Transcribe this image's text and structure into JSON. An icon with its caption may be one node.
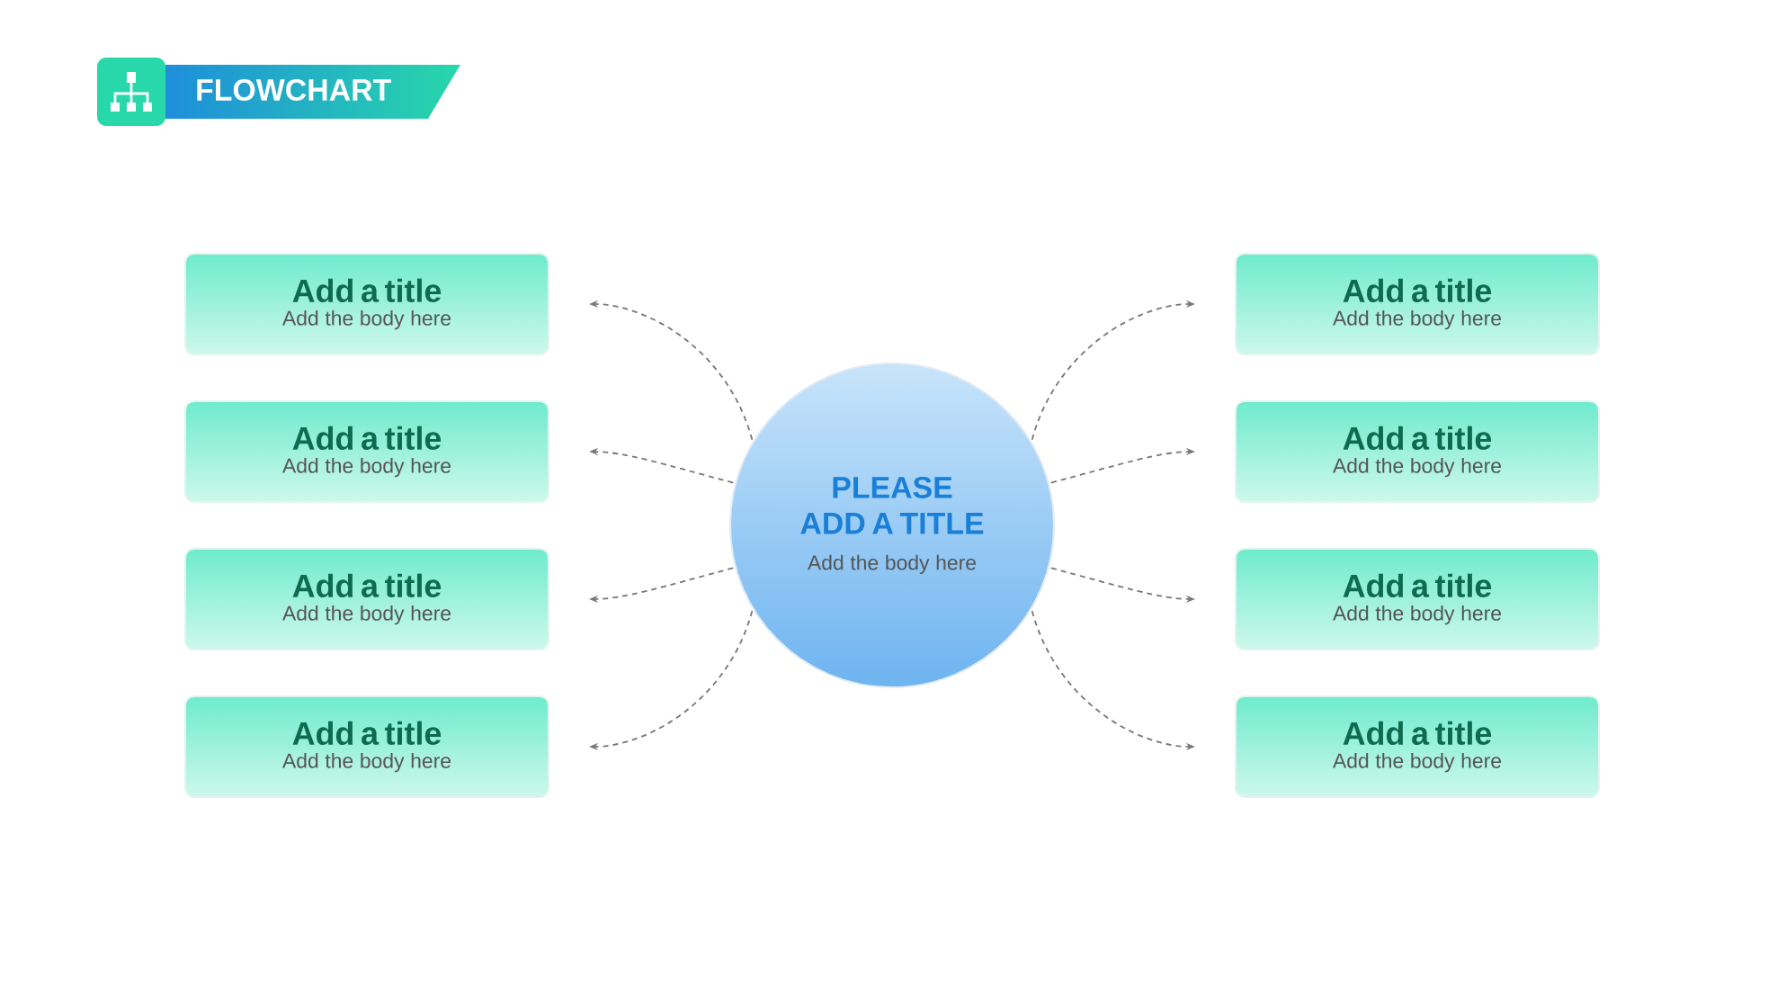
{
  "diagram": {
    "title": "FLOWCHART",
    "nodes": [
      {
        "text": [
          "PLEASE ADD A TITLE",
          "Add the body here"
        ]
      },
      {
        "text": [
          "Add a title",
          "Add the body here"
        ]
      },
      {
        "text": [
          "Add a title",
          "Add the body here"
        ]
      },
      {
        "text": [
          "Add a title",
          "Add the body here"
        ]
      },
      {
        "text": [
          "Add a title",
          "Add the body here"
        ]
      },
      {
        "text": [
          "Add a title",
          "Add the body here"
        ]
      },
      {
        "text": [
          "Add a title",
          "Add the body here"
        ]
      },
      {
        "text": [
          "Add a title",
          "Add the body here"
        ]
      },
      {
        "text": [
          "Add a title",
          "Add the body here"
        ]
      }
    ],
    "edges": [
      {
        "from": 0,
        "to": 1,
        "arrow": "to",
        "style": "dashed"
      },
      {
        "from": 0,
        "to": 2,
        "arrow": "to",
        "style": "dashed"
      },
      {
        "from": 0,
        "to": 3,
        "arrow": "to",
        "style": "dashed"
      },
      {
        "from": 0,
        "to": 4,
        "arrow": "to",
        "style": "dashed"
      },
      {
        "from": 0,
        "to": 5,
        "arrow": "to",
        "style": "dashed"
      },
      {
        "from": 0,
        "to": 6,
        "arrow": "to",
        "style": "dashed"
      },
      {
        "from": 0,
        "to": 7,
        "arrow": "to",
        "style": "dashed"
      },
      {
        "from": 0,
        "to": 8,
        "arrow": "to",
        "style": "dashed"
      }
    ]
  }
}
